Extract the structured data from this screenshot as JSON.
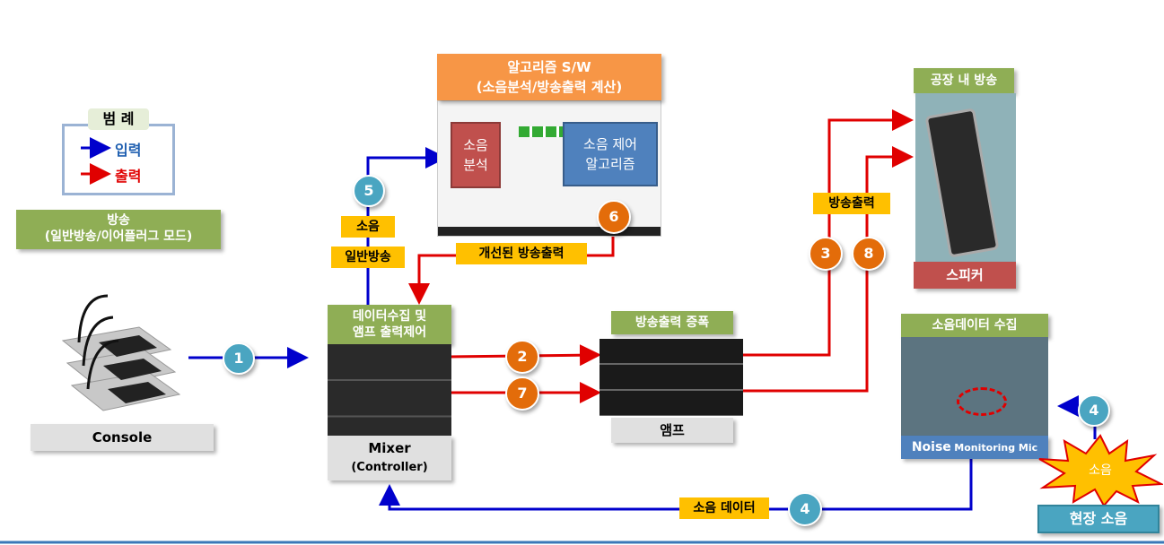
{
  "colors": {
    "input": "#0000cc",
    "output": "#e00000",
    "label_bg": "#ffc000",
    "green": "#8fae55",
    "teal": "#4aa5c1",
    "orange": "#e36c0a"
  },
  "legend": {
    "title": "범 례",
    "input": "입력",
    "output": "출력"
  },
  "broadcast_mode": {
    "line1": "방송",
    "line2": "(일반방송/이어플러그 모드)"
  },
  "console": {
    "label": "Console"
  },
  "algorithm": {
    "title_line1": "알고리즘 S/W",
    "title_line2": "(소음분석/방송출력 계산)",
    "noise_analysis_line1": "소음",
    "noise_analysis_line2": "분석",
    "control_line1": "소음 제어",
    "control_line2": "알고리즘"
  },
  "mixer": {
    "header_line1": "데이터수집 및",
    "header_line2": "앰프 출력제어",
    "label_line1": "Mixer",
    "label_line2": "(Controller)"
  },
  "amp": {
    "header": "방송출력 증폭",
    "label": "앰프"
  },
  "speaker": {
    "header": "공장 내 방송",
    "label": "스피커"
  },
  "mic": {
    "header": "소음데이터 수집",
    "label_bold": "Noise",
    "label_rest": "Monitoring Mic"
  },
  "field_noise": {
    "burst": "소음",
    "label": "현장 소음"
  },
  "labels": {
    "noise": "소음",
    "general": "일반방송",
    "improved": "개선된 방송출력",
    "output": "방송출력",
    "noise_data": "소음 데이터"
  },
  "steps": {
    "s1": "1",
    "s2": "2",
    "s3": "3",
    "s4a": "4",
    "s4b": "4",
    "s5": "5",
    "s6": "6",
    "s7": "7",
    "s8": "8"
  }
}
